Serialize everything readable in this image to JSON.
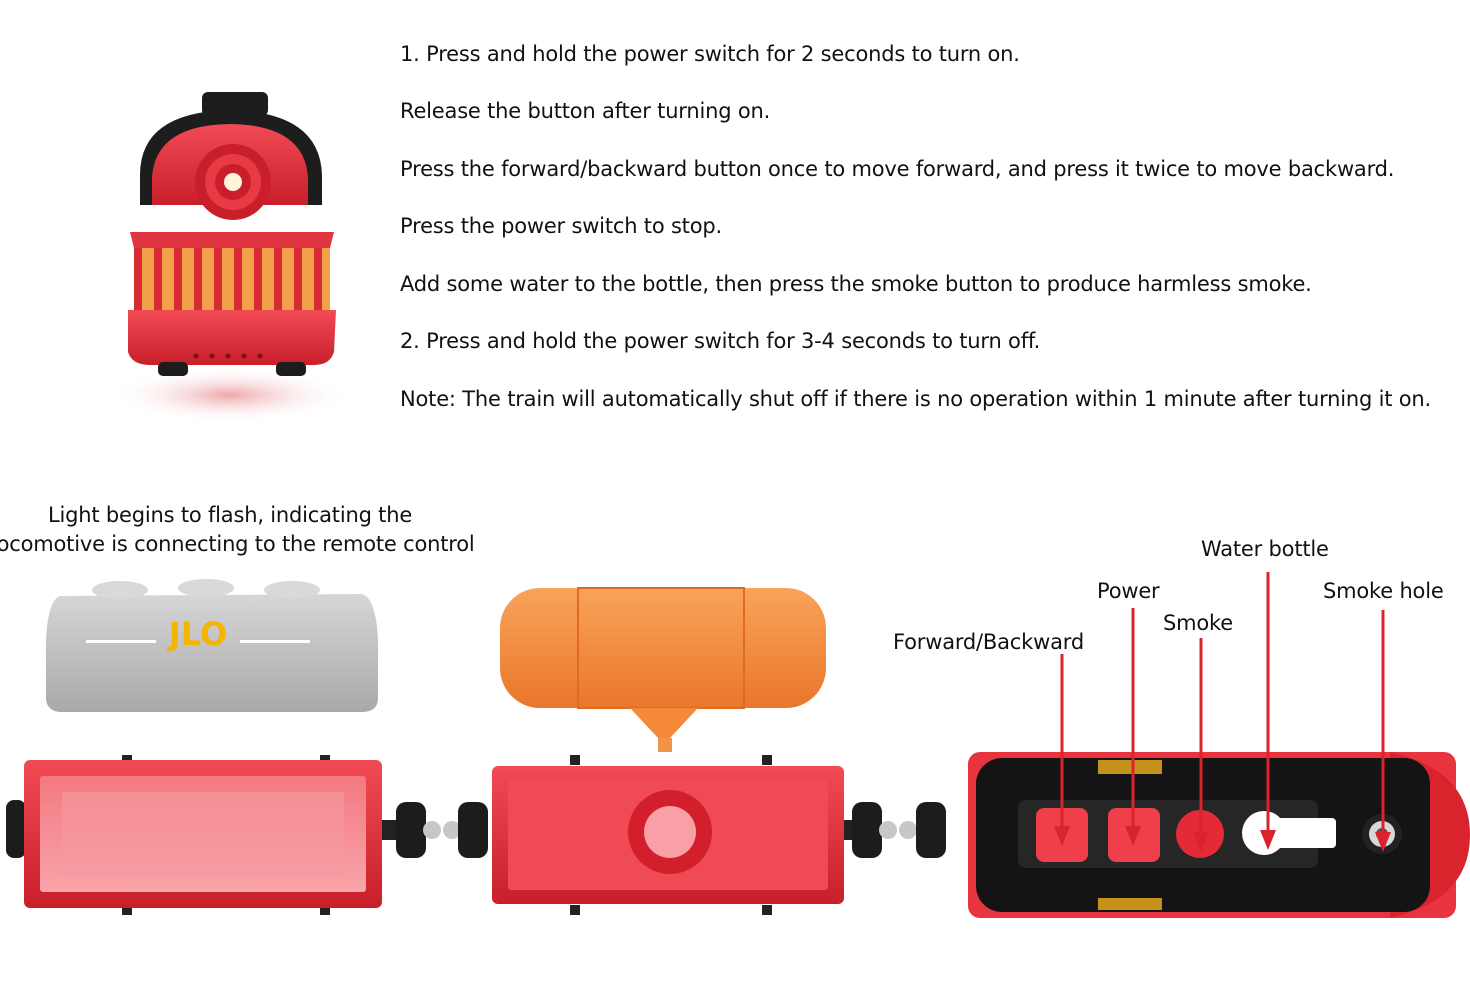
{
  "instructions": [
    "1. Press and hold the power switch for 2 seconds to turn on.",
    "Release the button after turning on.",
    "Press the forward/backward button once to move forward, and press it twice to move backward.",
    "Press the power switch to stop.",
    "Add some water to the bottle, then press the smoke button to produce harmless smoke.",
    "2. Press and hold the power switch for 3-4 seconds to turn off.",
    "Note: The train will automatically shut off if there is no operation within 1 minute after turning it on."
  ],
  "callout_light": {
    "line1": "Light begins to flash, indicating the",
    "line2": "locomotive is connecting to the remote control"
  },
  "parts": {
    "forward_backward": "Forward/Backward",
    "power": "Power",
    "smoke": "Smoke",
    "water_bottle": "Water bottle",
    "smoke_hole": "Smoke hole"
  },
  "cap_logo": "JLO",
  "colors": {
    "train_red": "#e8343f",
    "callout_line": "#d9232d",
    "tank_orange": "#f5893a",
    "cap_gray": "#bfbfbf"
  }
}
